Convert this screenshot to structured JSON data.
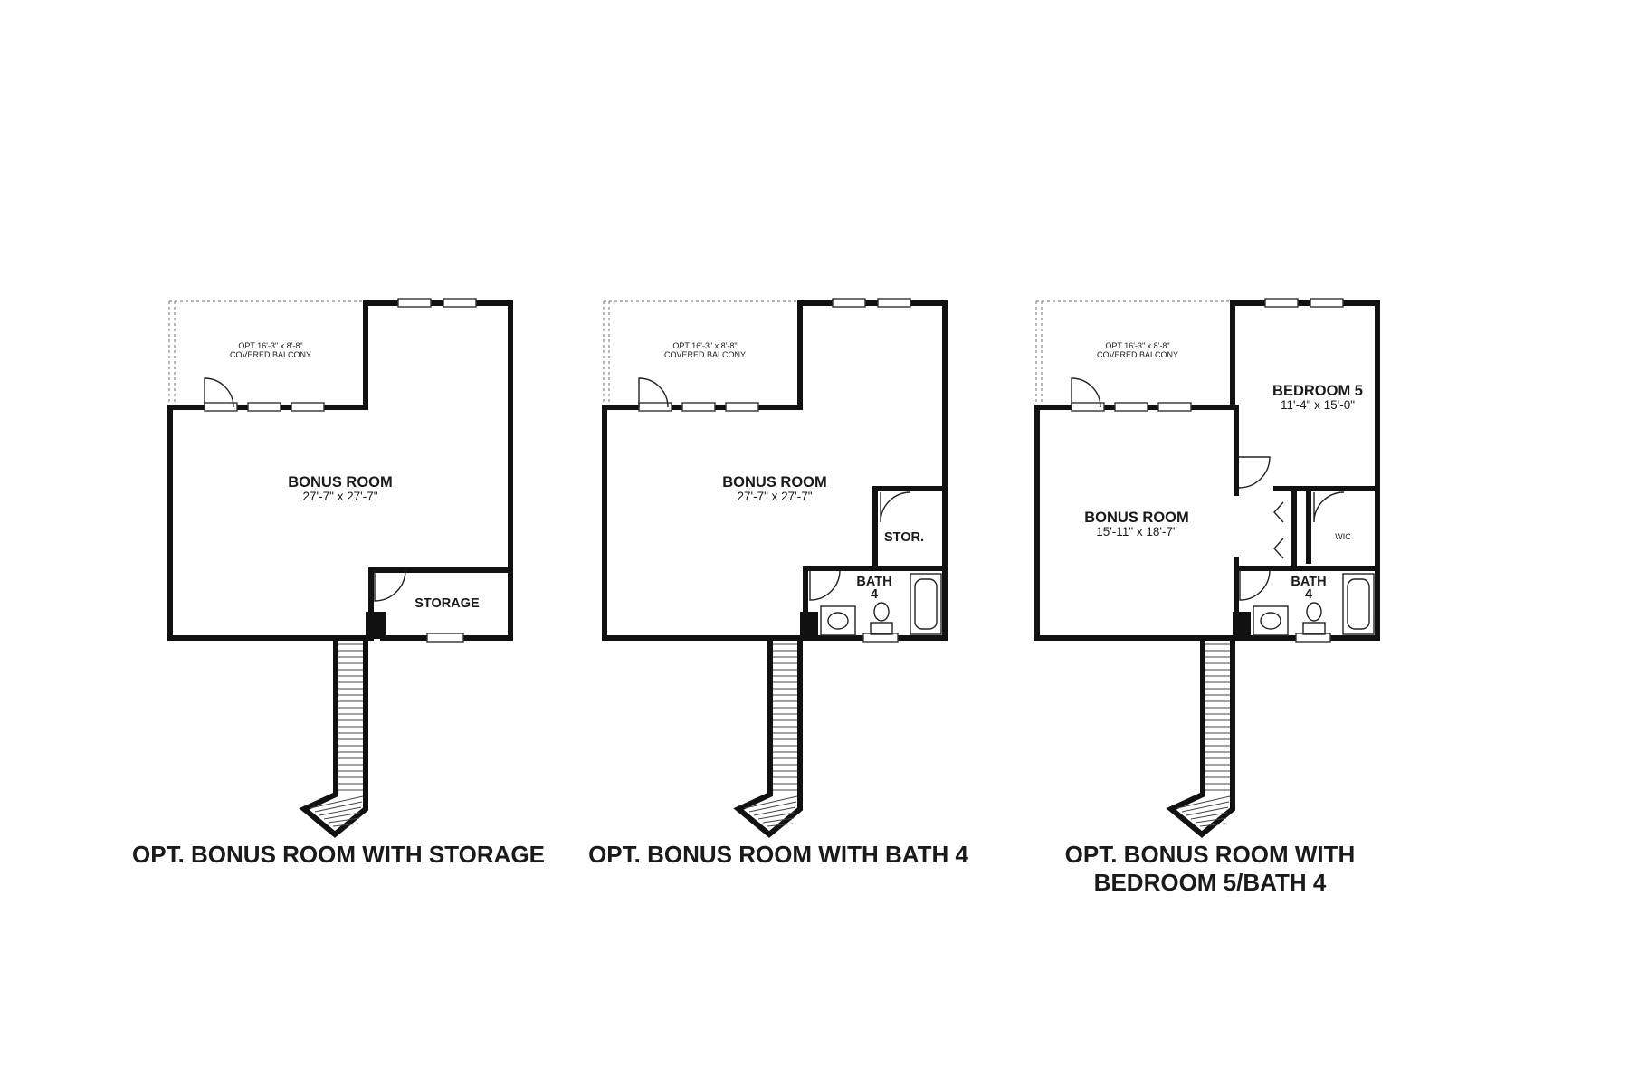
{
  "plans": [
    {
      "caption": "OPT. BONUS ROOM WITH STORAGE",
      "balcony": {
        "line1": "OPT 16'-3\" x 8'-8\"",
        "line2": "COVERED BALCONY"
      },
      "bonus": {
        "name": "BONUS ROOM",
        "dim": "27'-7\" x 27'-7\""
      },
      "storage": {
        "name": "STORAGE"
      }
    },
    {
      "caption": "OPT. BONUS ROOM WITH BATH 4",
      "balcony": {
        "line1": "OPT 16'-3\" x 8'-8\"",
        "line2": "COVERED BALCONY"
      },
      "bonus": {
        "name": "BONUS ROOM",
        "dim": "27'-7\" x 27'-7\""
      },
      "stor": {
        "name": "STOR."
      },
      "bath": {
        "line1": "BATH",
        "line2": "4"
      }
    },
    {
      "caption_line1": "OPT. BONUS ROOM WITH",
      "caption_line2": "BEDROOM 5/BATH 4",
      "balcony": {
        "line1": "OPT 16'-3\" x 8'-8\"",
        "line2": "COVERED BALCONY"
      },
      "bonus": {
        "name": "BONUS ROOM",
        "dim": "15'-11\" x 18'-7\""
      },
      "bedroom": {
        "name": "BEDROOM 5",
        "dim": "11'-4\" x 15'-0\""
      },
      "wic": {
        "name": "WIC"
      },
      "bath": {
        "line1": "BATH",
        "line2": "4"
      }
    }
  ]
}
